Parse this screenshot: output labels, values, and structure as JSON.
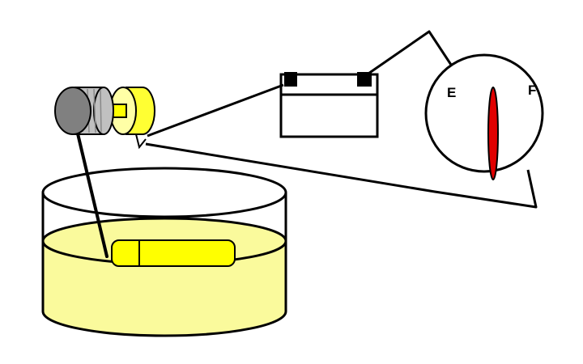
{
  "gauge": {
    "empty_label": "E",
    "full_label": "F"
  },
  "colors": {
    "fuel": "#fafa9c",
    "float": "#ffff00",
    "rheostat_yellow": "#ffff33",
    "rheostat_pale": "#ffffa6",
    "knob_dark": "#808080",
    "knob_light": "#c0c0c0",
    "needle": "#e00000",
    "outline": "#000000"
  },
  "icons": [
    "fuel-tank",
    "float",
    "rheostat",
    "battery",
    "fuel-gauge"
  ]
}
